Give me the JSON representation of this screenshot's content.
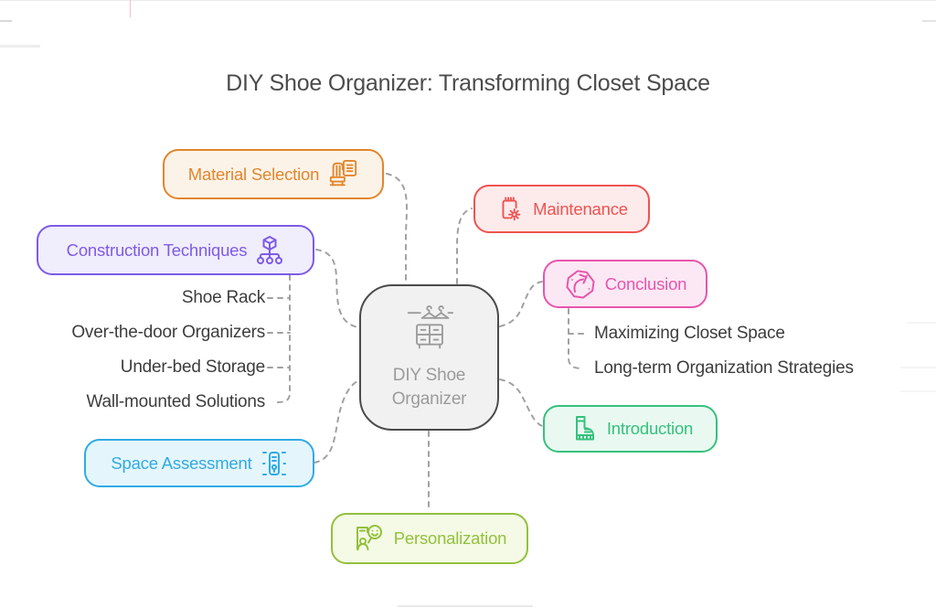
{
  "title": "DIY Shoe Organizer: Transforming Closet Space",
  "title_color": "#4c4c4c",
  "central": {
    "label": "DIY Shoe Organizer",
    "icon": "hanger-dresser-icon",
    "border_color": "#4b4b4b",
    "background": "#f1f1f1",
    "text_color": "#9b9b9b"
  },
  "nodes": {
    "material_selection": {
      "label": "Material Selection",
      "accent": "#E2862C",
      "background": "#FCF3E8",
      "icon": "armchair-document-icon"
    },
    "maintenance": {
      "label": "Maintenance",
      "accent": "#F05250",
      "background": "#FDEBEB",
      "icon": "notepad-gear-icon"
    },
    "construction_techniques": {
      "label": "Construction Techniques",
      "accent": "#7D5BE6",
      "background": "#F0EDFD",
      "icon": "hierarchy-icon",
      "children": [
        "Shoe Rack",
        "Over-the-door Organizers",
        "Under-bed Storage",
        "Wall-mounted Solutions"
      ]
    },
    "conclusion": {
      "label": "Conclusion",
      "accent": "#E855AC",
      "background": "#FBE8F4",
      "icon": "badge-arrow-icon",
      "children": [
        "Maximizing Closet Space",
        "Long-term Organization Strategies"
      ]
    },
    "introduction": {
      "label": "Introduction",
      "accent": "#36C17D",
      "background": "#E9F9F1",
      "icon": "boot-icon"
    },
    "space_assessment": {
      "label": "Space Assessment",
      "accent": "#2FABE3",
      "background": "#E5F5FC",
      "icon": "ruler-icon"
    },
    "personalization": {
      "label": "Personalization",
      "accent": "#93C03C",
      "background": "#F4FAE5",
      "icon": "person-smiley-icon"
    }
  },
  "connector_color": "#A1A1A1",
  "subitem_text_color": "#3d3d3d"
}
